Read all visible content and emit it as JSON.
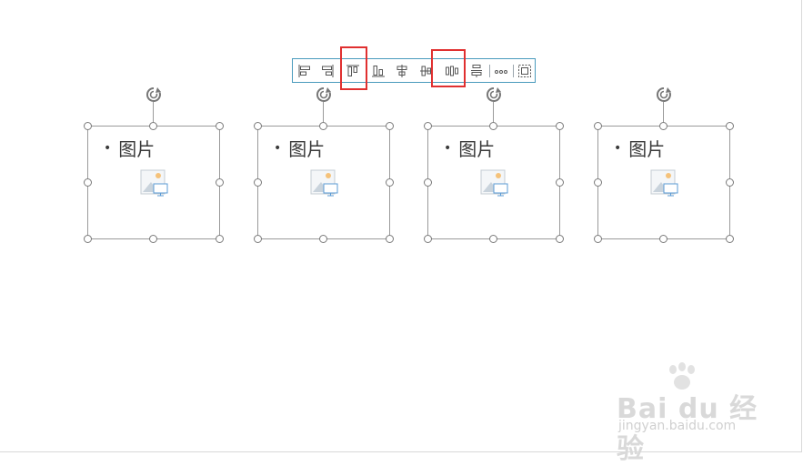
{
  "toolbar": {
    "tools": [
      {
        "name": "align-left"
      },
      {
        "name": "align-right"
      },
      {
        "name": "align-top",
        "highlighted": true
      },
      {
        "name": "align-bottom"
      },
      {
        "name": "align-center-horizontal"
      },
      {
        "name": "align-middle-vertical"
      },
      {
        "name": "distribute-horizontally",
        "highlighted": true
      },
      {
        "name": "distribute-vertically"
      },
      {
        "name": "more"
      },
      {
        "name": "group-select"
      }
    ],
    "highlight_color": "#e03030",
    "border_color": "#4a9bbd"
  },
  "placeholders": [
    {
      "label": "图片",
      "bullet": "•"
    },
    {
      "label": "图片",
      "bullet": "•"
    },
    {
      "label": "图片",
      "bullet": "•"
    },
    {
      "label": "图片",
      "bullet": "•"
    }
  ],
  "watermark": {
    "logo_text": "Bai du 经验",
    "url": "jingyan.baidu.com"
  }
}
